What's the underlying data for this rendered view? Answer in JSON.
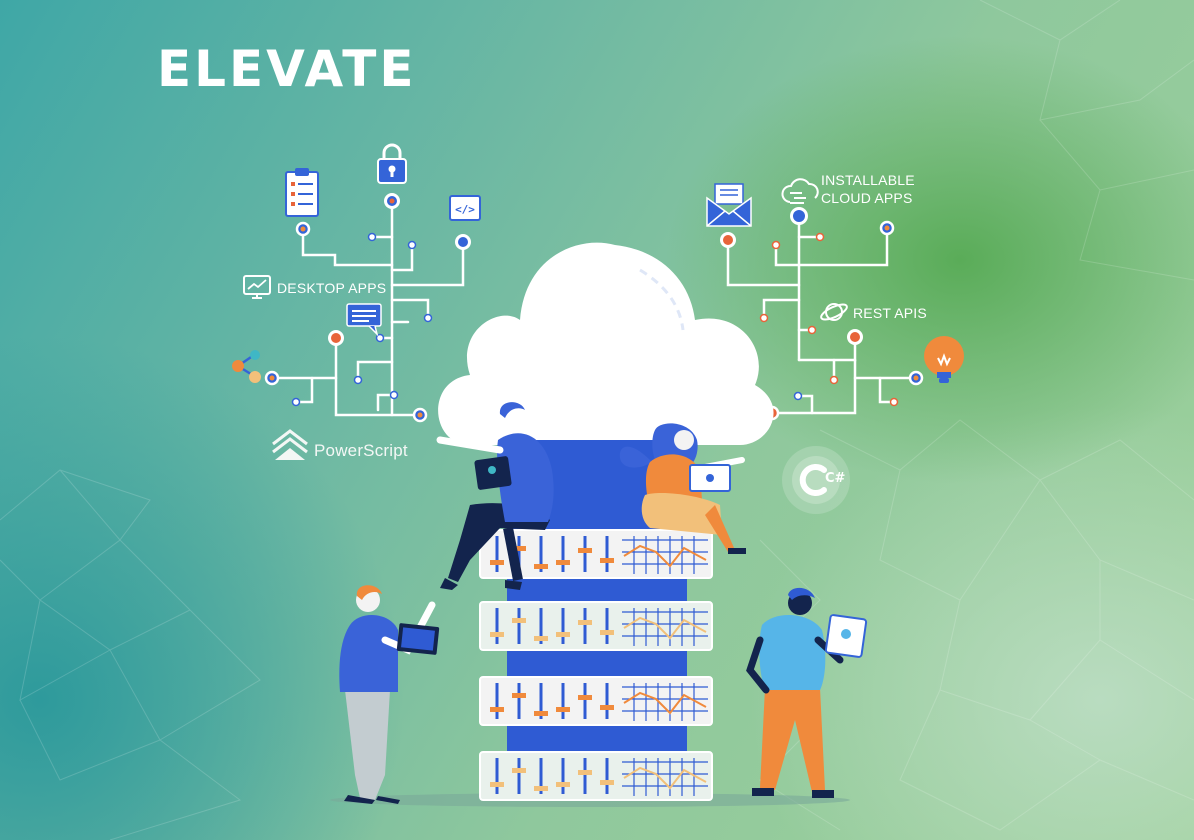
{
  "brand": {
    "logo_text": "ELEVATE"
  },
  "labels": {
    "desktop_apps": "DESKTOP APPS",
    "powerscript": "PowerScript",
    "installable_cloud_apps_line1": "INSTALLABLE",
    "installable_cloud_apps_line2": "CLOUD APPS",
    "rest_apis": "REST APIS",
    "csharp": "C#"
  },
  "colors": {
    "cloud": "#ffffff",
    "server_blue": "#2f5bd3",
    "accent_orange": "#f08a3c",
    "node_blue": "#3464d8"
  }
}
